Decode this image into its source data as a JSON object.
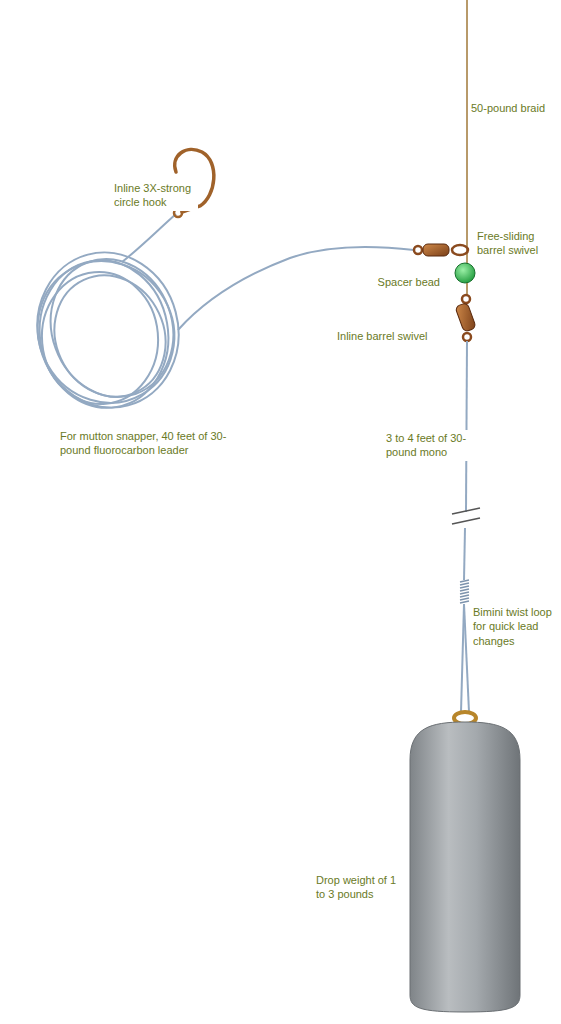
{
  "diagram": {
    "labels": [
      "Inline 3X-strong circle hook",
      "50-pound braid",
      "Free-sliding barrel swivel",
      "Spacer bead",
      "Inline barrel swivel",
      "For mutton snapper, 40 feet of 30-pound fluorocarbon leader",
      "3 to 4 feet of 30-pound mono",
      "Bimini twist loop for quick lead changes",
      "Drop weight of 1 to 3 pounds"
    ]
  }
}
